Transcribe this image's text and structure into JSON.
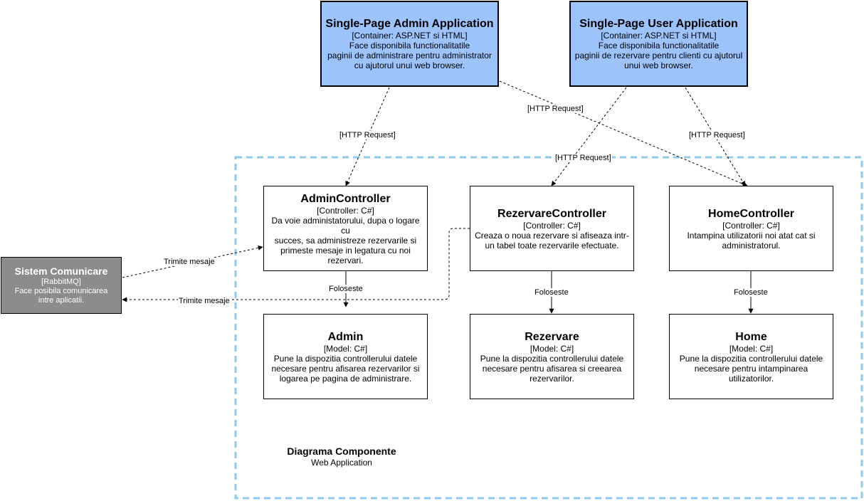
{
  "boundary": {
    "title": "Diagrama Componente",
    "subtitle": "Web Application"
  },
  "apps": {
    "admin": {
      "title": "Single-Page Admin Application",
      "tech": "[Container: ASP.NET si HTML]",
      "desc_lines": [
        "Face disponibila functionalitatile",
        "paginii de administrare pentru administrator",
        "cu ajutorul unui web browser."
      ]
    },
    "user": {
      "title": "Single-Page User Application",
      "tech": "[Container: ASP.NET si HTML]",
      "desc_lines": [
        "Face disponibila functionalitatile",
        "paginii de rezervare pentru clienti cu ajutorul",
        "unui web browser."
      ]
    }
  },
  "external": {
    "title": "Sistem Comunicare",
    "tech": "[RabbitMQ]",
    "desc_lines": [
      "Face posibila comunicarea",
      "intre aplicatii."
    ]
  },
  "components": {
    "admin_controller": {
      "title": "AdminController",
      "tech": "[Controller: C#]",
      "desc_lines": [
        "Da voie administatorului, dupa o logare cu",
        "succes, sa administreze rezervarile si",
        "primeste mesaje in legatura cu noi",
        "rezervari."
      ]
    },
    "rezervare_controller": {
      "title": "RezervareController",
      "tech": "[Controller: C#]",
      "desc_lines": [
        "Creaza o noua rezervare si afiseaza intr-",
        "un tabel toate rezervarile efectuate."
      ]
    },
    "home_controller": {
      "title": "HomeController",
      "tech": "[Controller: C#]",
      "desc_lines": [
        "Intampina utilizatorii noi atat cat si",
        "administratorul."
      ]
    },
    "admin_model": {
      "title": "Admin",
      "tech": "[Model: C#]",
      "desc_lines": [
        "Pune la dispozitia controllerului datele",
        "necesare pentru afisarea rezervarilor si",
        "logarea pe pagina de administrare."
      ]
    },
    "rezervare_model": {
      "title": "Rezervare",
      "tech": "[Model: C#]",
      "desc_lines": [
        "Pune la dispozitia controllerului datele",
        "necesare pentru afisarea si creearea",
        "rezervarilor."
      ]
    },
    "home_model": {
      "title": "Home",
      "tech": "[Model: C#]",
      "desc_lines": [
        "Pune la dispozitia controllerului datele",
        "necesare pentru intampinarea utilizatorilor."
      ]
    }
  },
  "edges": {
    "admin_app_to_admin_controller": "[HTTP Request]",
    "admin_app_to_home_controller": "[HTTP Request]",
    "user_app_to_rezervare_controller": "[HTTP Request]",
    "user_app_to_home_controller": "[HTTP Request]",
    "sistem_to_admin_controller": "Trimite mesaje",
    "rezervare_controller_to_sistem": "Trimite mesaje",
    "admin_controller_uses_admin": "Foloseste",
    "rezervare_controller_uses_rezervare": "Foloseste",
    "home_controller_uses_home": "Foloseste"
  },
  "colors": {
    "app_fill": "#9cc3fb",
    "external_fill": "#8c8c8c",
    "boundary_stroke": "#8fcbf0"
  }
}
